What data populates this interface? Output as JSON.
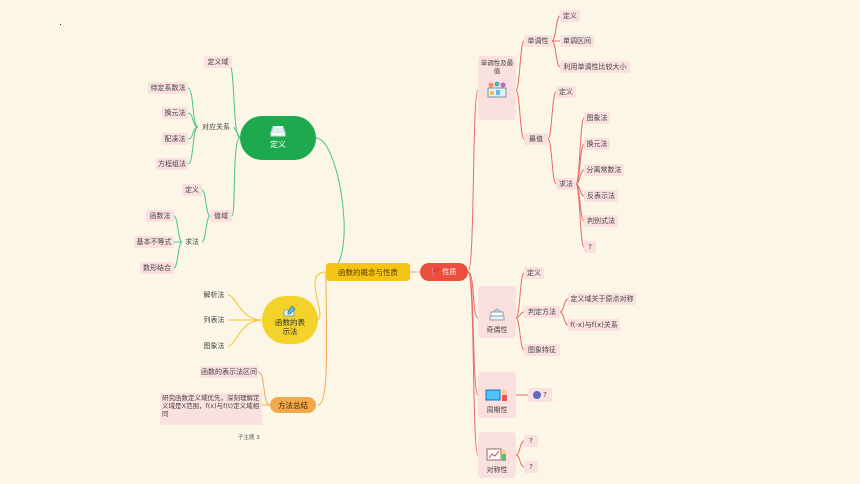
{
  "center": "函数的概念与性质",
  "nature_root": "性质",
  "left": {
    "definition": {
      "label": "定义",
      "domain": "定义域",
      "correspondence": "对应关系",
      "corr_methods": [
        "待定系数法",
        "换元法",
        "配凑法",
        "方程组法"
      ],
      "range": "值域",
      "range_def": "定义",
      "range_solve": "求法",
      "range_methods": [
        "函数法",
        "基本不等式",
        "数形结合"
      ]
    },
    "representation": {
      "label": "函数的表示法",
      "items": [
        "解析法",
        "列表法",
        "图象法"
      ]
    },
    "method_summary": {
      "label": "方法总结",
      "note1": "函数的表示法区间",
      "note2": "研究函数定义域优先，深刻理解定义域是X范围，f(x)与f(t)定义域相同",
      "tag": "子主题 3"
    }
  },
  "right": {
    "monotonic": {
      "label": "单调性及最值",
      "mono": "单调性",
      "mono_items": [
        "定义",
        "单调区间",
        "利用单调性比较大小"
      ],
      "extreme": "最值",
      "extreme_def": "定义",
      "extreme_solve": "求法",
      "extreme_methods": [
        "图象法",
        "换元法",
        "分离常数法",
        "反表示法",
        "判别式法",
        "?"
      ]
    },
    "parity": {
      "label": "奇偶性",
      "def": "定义",
      "judge": "判定方法",
      "judge_items": [
        "定义域关于原点对称",
        "f(-x)与f(x)关系"
      ],
      "graph": "图象特征"
    },
    "period": {
      "label": "周期性",
      "child": "?"
    },
    "symmetry": {
      "label": "对称性",
      "children": [
        "?",
        "?"
      ]
    }
  }
}
